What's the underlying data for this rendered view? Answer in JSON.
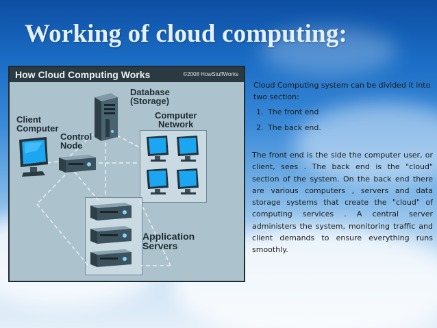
{
  "slide": {
    "title": "Working of cloud computing:",
    "colors": {
      "title": "#e6f0fa",
      "sky_top": "#0d4fa3",
      "text": "#1b1b1b"
    }
  },
  "diagram": {
    "header_title": "How Cloud Computing Works",
    "credit": "©2008 HowStuffWorks",
    "labels": {
      "database_line1": "Database",
      "database_line2": "(Storage)",
      "client_line1": "Client",
      "client_line2": "Computer",
      "control_line1": "Control",
      "control_line2": "Node",
      "network_line1": "Computer",
      "network_line2": "Network",
      "app_line1": "Application",
      "app_line2": "Servers"
    },
    "icons": [
      "database-server-icon",
      "client-monitor-icon",
      "control-node-icon",
      "monitor-icon",
      "application-server-icon"
    ]
  },
  "text": {
    "intro": "Cloud Computing system can be divided it into two section:",
    "list": [
      {
        "num": "1.",
        "label": "The front end"
      },
      {
        "num": "2.",
        "label": "The back end."
      }
    ],
    "paragraph": "The front end is the side the computer user, or client, sees . The back end is the \"cloud\" section of the system. On the back end there are various computers , servers and data storage systems that create the \"cloud\" of computing services . A central server administers the system, monitoring traffic and client demands to ensure everything runs smoothly."
  }
}
